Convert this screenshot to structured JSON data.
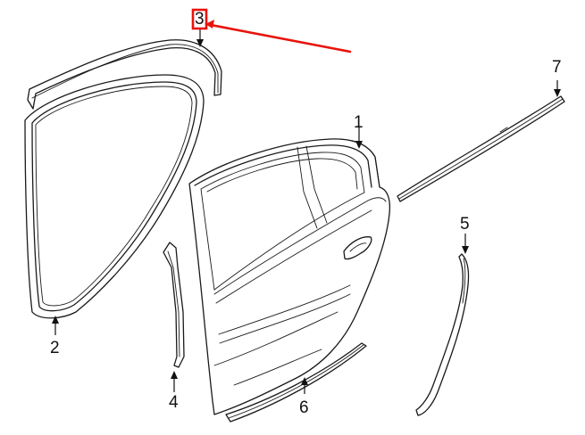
{
  "callouts": [
    {
      "id": "1",
      "label": "1"
    },
    {
      "id": "2",
      "label": "2"
    },
    {
      "id": "3",
      "label": "3"
    },
    {
      "id": "4",
      "label": "4"
    },
    {
      "id": "5",
      "label": "5"
    },
    {
      "id": "6",
      "label": "6"
    },
    {
      "id": "7",
      "label": "7"
    }
  ],
  "colors": {
    "line": "#1a1a1a",
    "highlight": "#e8140c",
    "background": "#ffffff"
  }
}
